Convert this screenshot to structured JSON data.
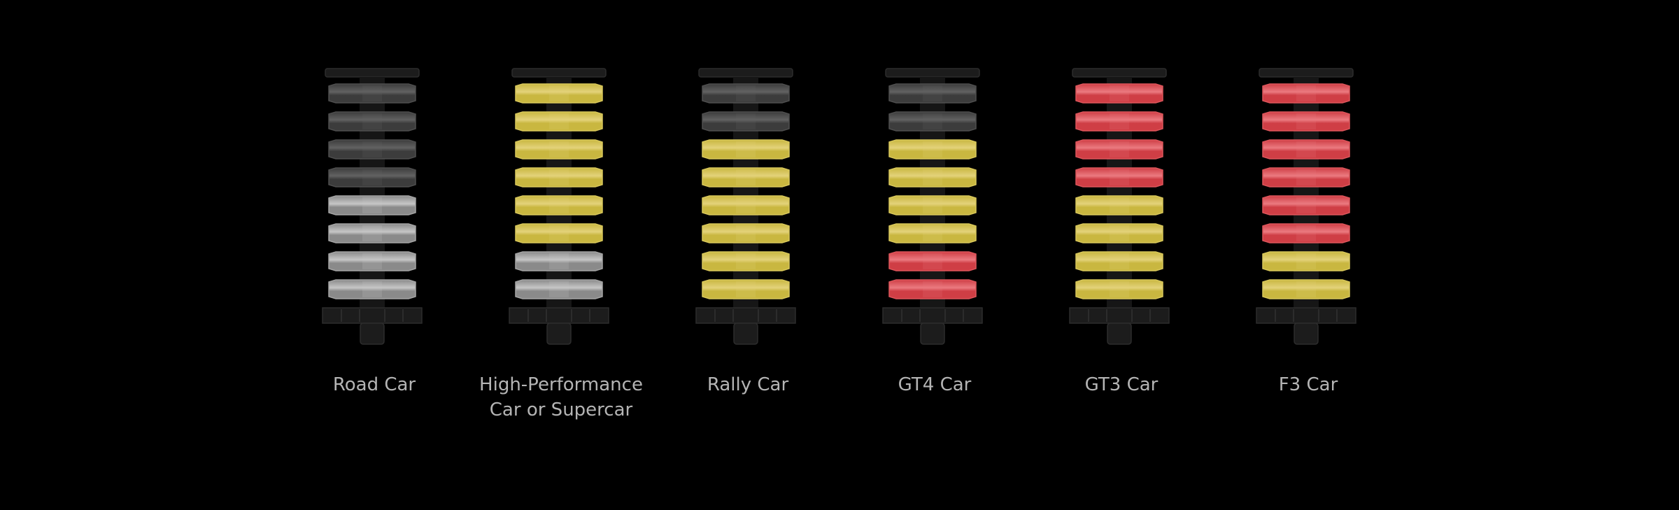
{
  "colors": {
    "background": "#000000",
    "frame": "#1c1c1c",
    "frame_edge": "#2c2c2c",
    "caption": "#b4b4b4",
    "plates": {
      "dark": {
        "fill": "#3c3c3c",
        "light": "#626262",
        "edge": "#4e4e4e"
      },
      "silver": {
        "fill": "#8a8a8a",
        "light": "#c6c6c6",
        "edge": "#a4a4a4"
      },
      "yellow": {
        "fill": "#c9b740",
        "light": "#e3d27a",
        "edge": "#d8c75a"
      },
      "red": {
        "fill": "#cf3e45",
        "light": "#eb7a80",
        "edge": "#dd555b"
      }
    }
  },
  "stacks": [
    {
      "label": "Road Car",
      "plates": [
        "dark",
        "dark",
        "dark",
        "dark",
        "silver",
        "silver",
        "silver",
        "silver"
      ]
    },
    {
      "label": "High-Performance\nCar or Supercar",
      "plates": [
        "yellow",
        "yellow",
        "yellow",
        "yellow",
        "yellow",
        "yellow",
        "silver",
        "silver"
      ]
    },
    {
      "label": "Rally Car",
      "plates": [
        "dark",
        "dark",
        "yellow",
        "yellow",
        "yellow",
        "yellow",
        "yellow",
        "yellow"
      ]
    },
    {
      "label": "GT4 Car",
      "plates": [
        "dark",
        "dark",
        "yellow",
        "yellow",
        "yellow",
        "yellow",
        "red",
        "red"
      ]
    },
    {
      "label": "GT3 Car",
      "plates": [
        "red",
        "red",
        "red",
        "red",
        "yellow",
        "yellow",
        "yellow",
        "yellow"
      ]
    },
    {
      "label": "F3 Car",
      "plates": [
        "red",
        "red",
        "red",
        "red",
        "red",
        "red",
        "yellow",
        "yellow"
      ]
    }
  ]
}
